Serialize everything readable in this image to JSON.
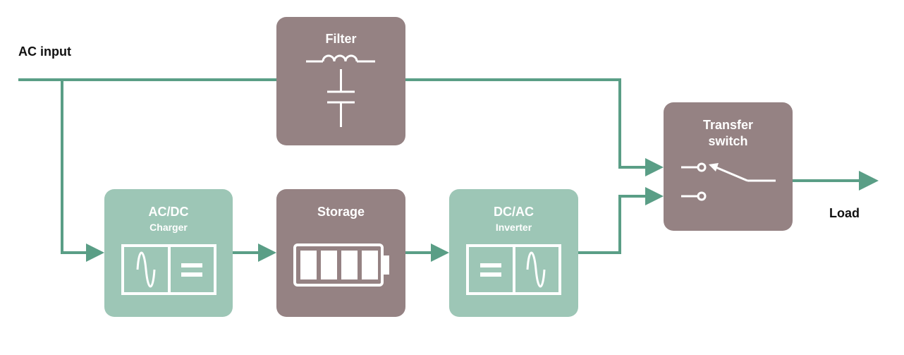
{
  "labels": {
    "ac_input": "AC input",
    "load": "Load"
  },
  "blocks": {
    "filter": {
      "title": "Filter"
    },
    "charger": {
      "title": "AC/DC",
      "subtitle": "Charger"
    },
    "storage": {
      "title": "Storage"
    },
    "inverter": {
      "title": "DC/AC",
      "subtitle": "Inverter"
    },
    "transfer_switch": {
      "title_line1": "Transfer",
      "title_line2": "switch"
    }
  },
  "colors": {
    "line": "#5a9e86",
    "dark_block": "#958283",
    "light_block": "#9dc6b6",
    "block_text": "#ffffff",
    "label_text": "#111111"
  }
}
